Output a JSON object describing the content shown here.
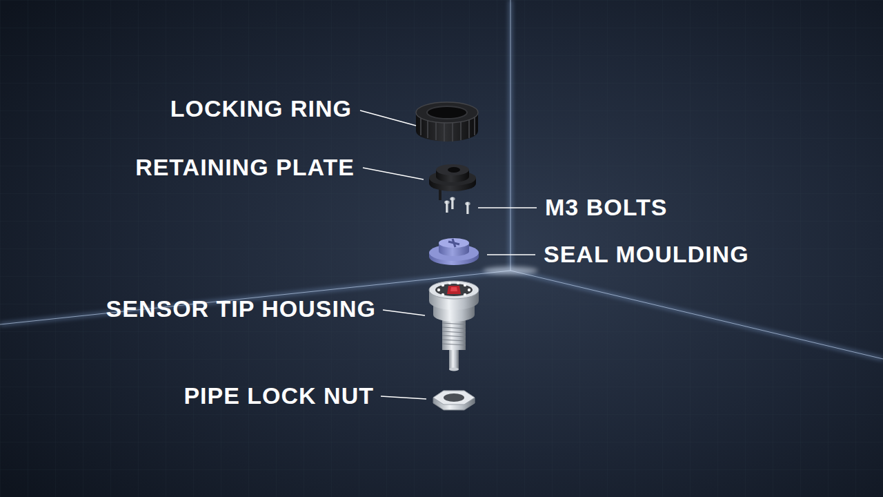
{
  "diagram": {
    "labels": [
      "LOCKING RING",
      "RETAINING PLATE",
      "M3 BOLTS",
      "SEAL MOULDING",
      "SENSOR TIP HOUSING",
      "PIPE LOCK NUT"
    ]
  }
}
